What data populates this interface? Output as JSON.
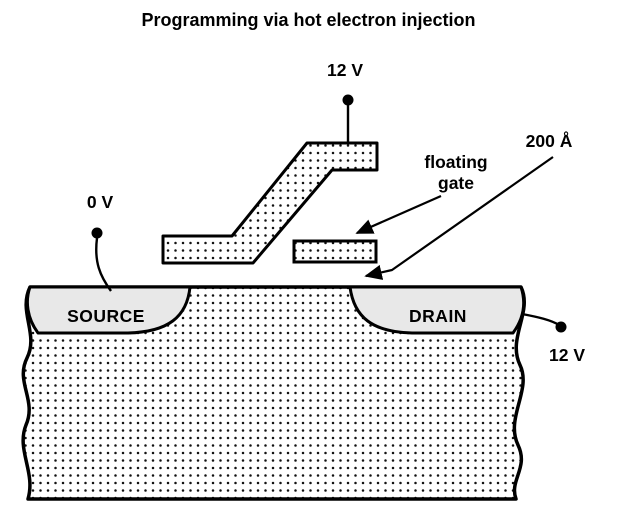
{
  "title": "Programming via hot electron injection",
  "terminals": {
    "control_gate_voltage": "12 V",
    "source_voltage": "0 V",
    "drain_voltage": "12 V"
  },
  "annotations": {
    "floating_gate_line1": "floating",
    "floating_gate_line2": "gate",
    "oxide_thickness": "200 Å"
  },
  "regions": {
    "source": "SOURCE",
    "drain": "DRAIN"
  },
  "colors": {
    "line": "#000000",
    "diffusion_fill": "#e8e8e8",
    "background": "#ffffff"
  }
}
